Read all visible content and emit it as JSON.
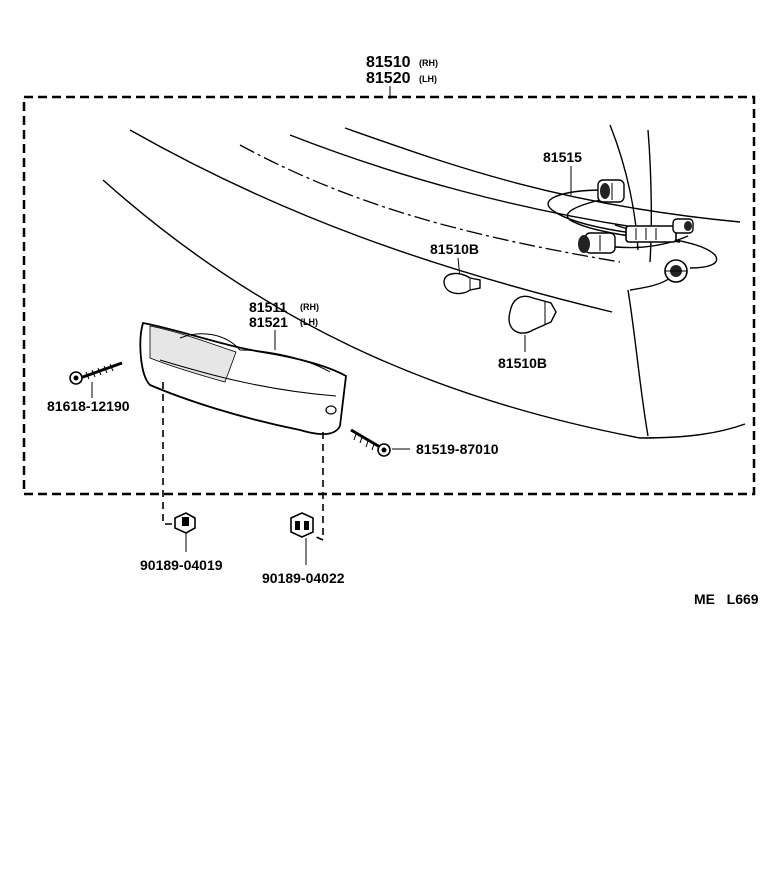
{
  "assembly": {
    "part_rh": "81510",
    "tag_rh": "(RH)",
    "part_lh": "81520",
    "tag_lh": "(LH)"
  },
  "labels": {
    "socket_wire": "81515",
    "bulb_small": "81510B",
    "bulb_large": "81510B",
    "lens_rh": "81511",
    "lens_rh_tag": "(RH)",
    "lens_lh": "81521",
    "lens_lh_tag": "(LH)",
    "screw_left": "81618-12190",
    "screw_right": "81519-87010",
    "nut_left": "90189-04019",
    "nut_right": "90189-04022"
  },
  "footer": {
    "code": "ME   L669"
  }
}
